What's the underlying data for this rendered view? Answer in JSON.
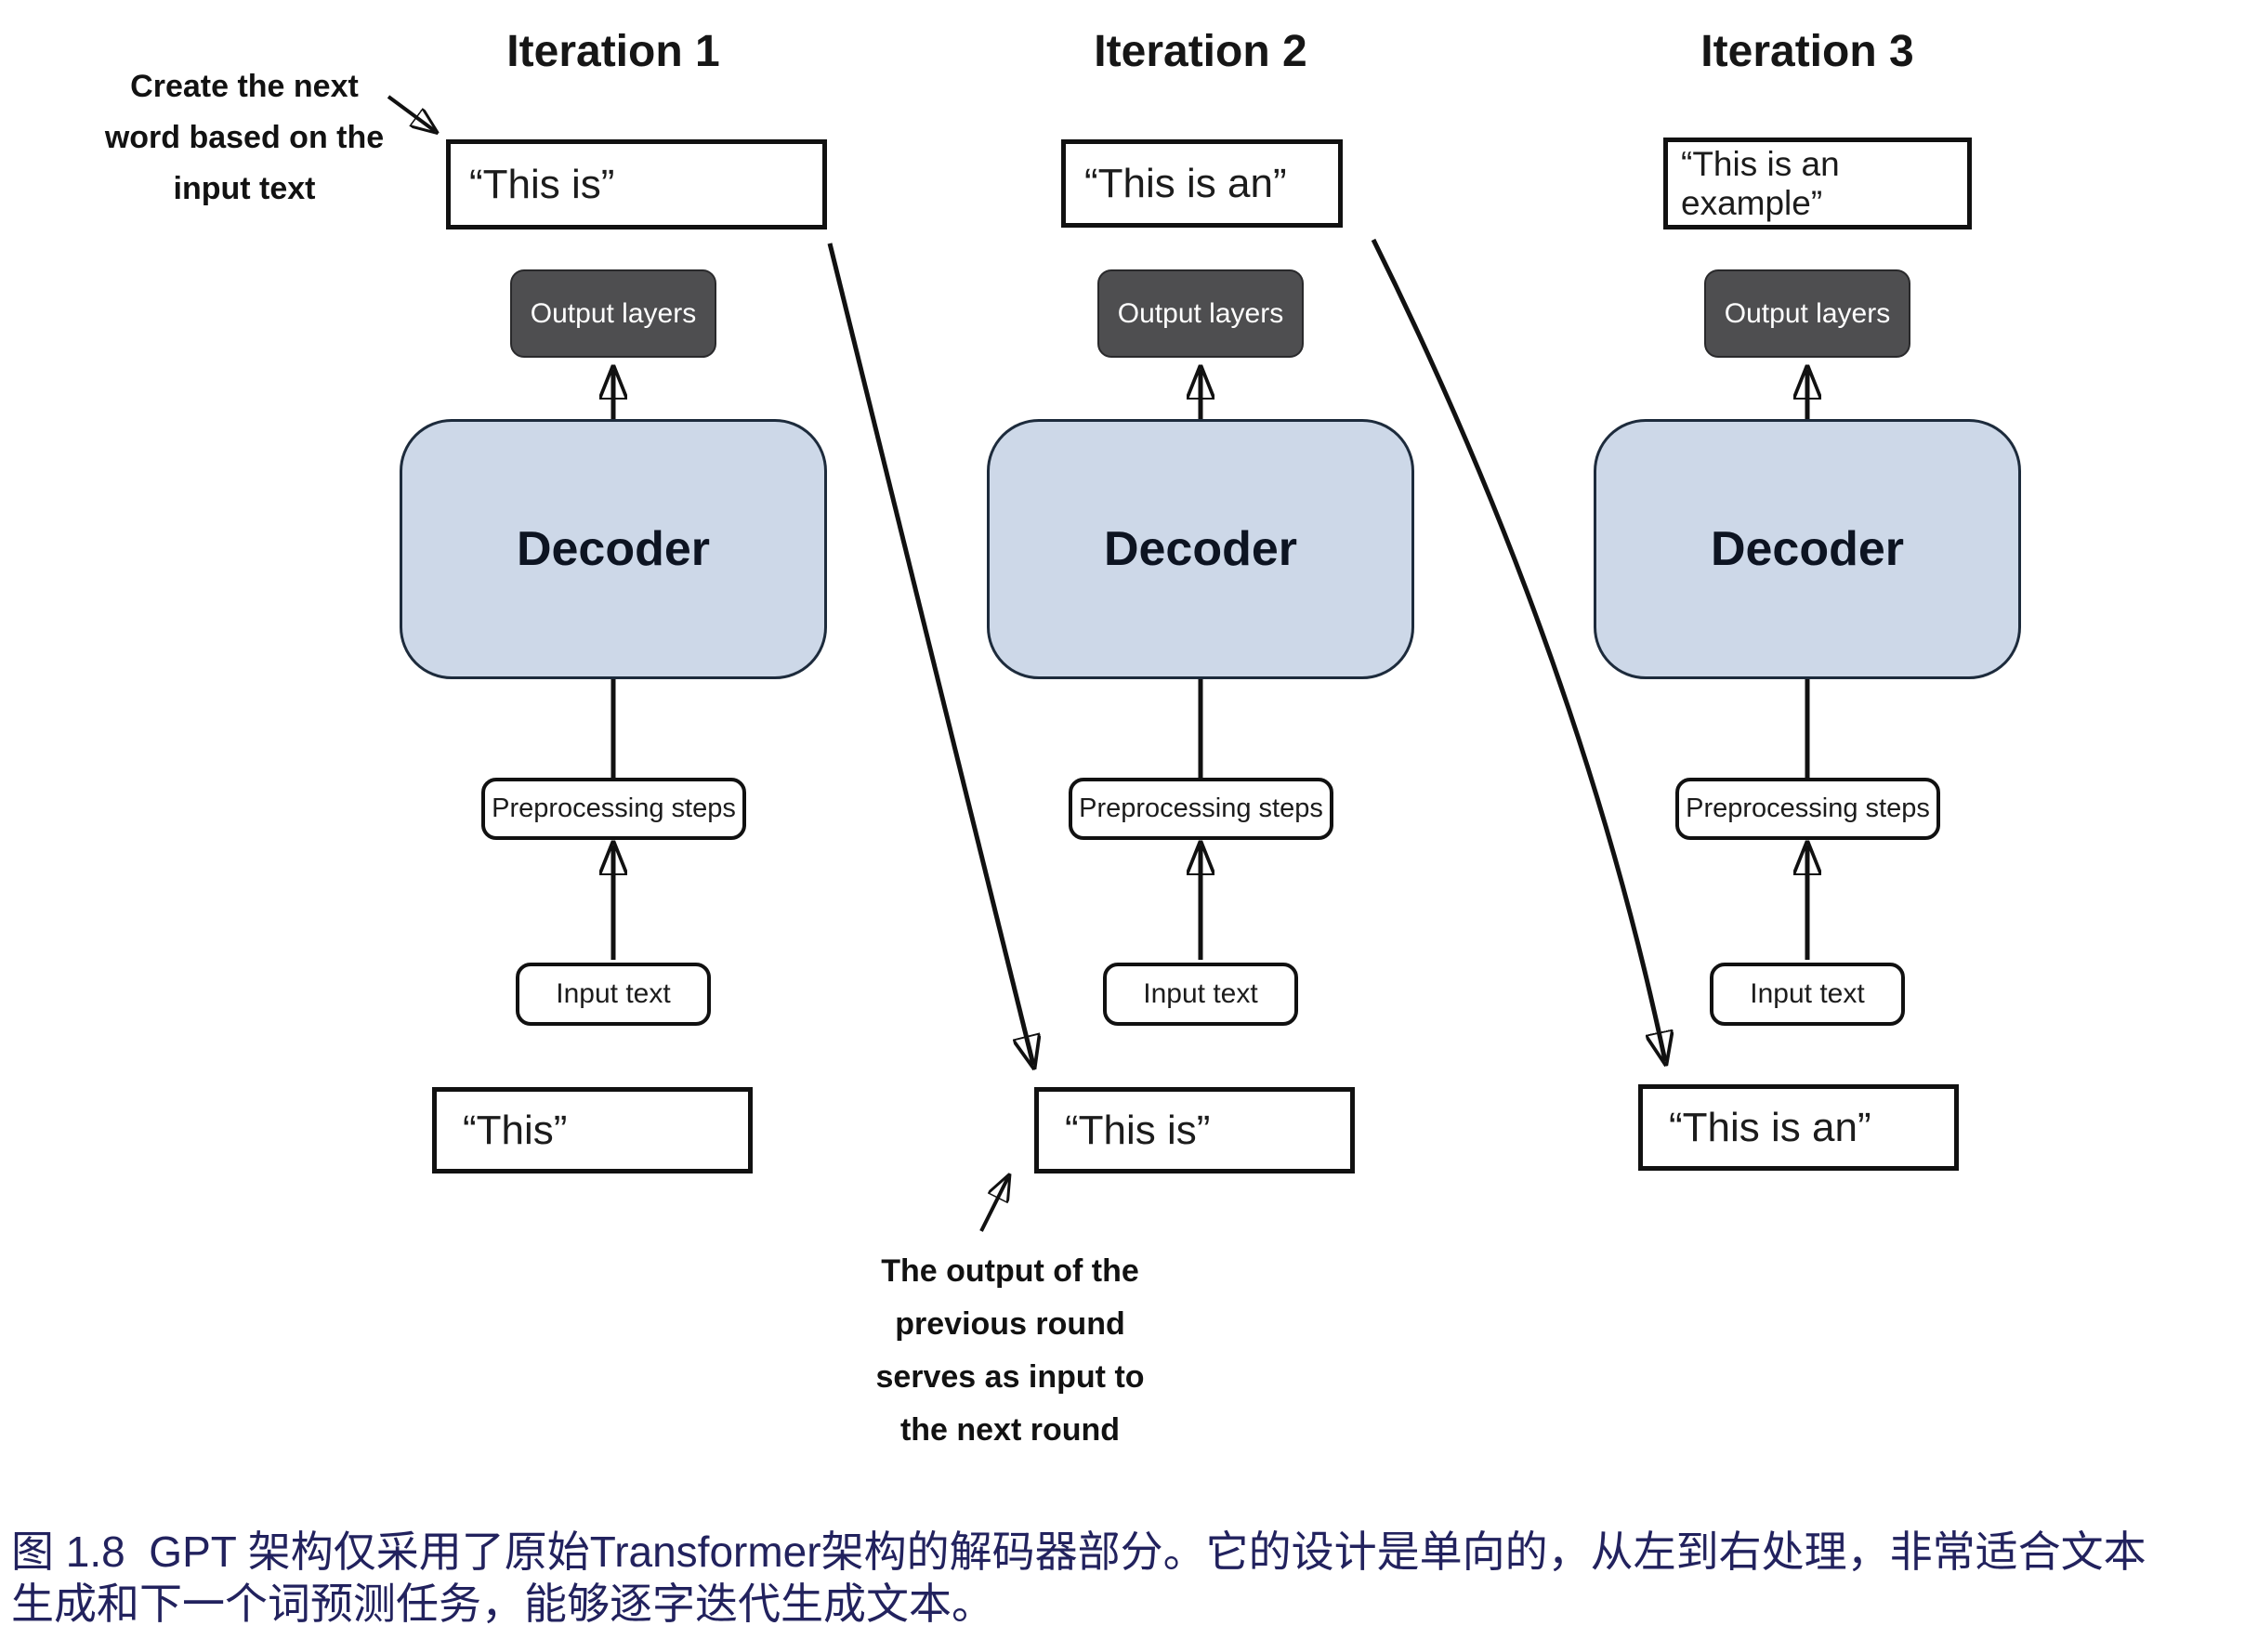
{
  "figure": {
    "columns": [
      {
        "title": "Iteration 1",
        "output_quote": "“This is”",
        "output_layers_label": "Output layers",
        "decoder_label": "Decoder",
        "preprocessing_label": "Preprocessing steps",
        "input_label": "Input text",
        "input_quote": "“This”"
      },
      {
        "title": "Iteration 2",
        "output_quote": "“This is an”",
        "output_layers_label": "Output layers",
        "decoder_label": "Decoder",
        "preprocessing_label": "Preprocessing steps",
        "input_label": "Input text",
        "input_quote": "“This is”"
      },
      {
        "title": "Iteration 3",
        "output_quote": "“This is an example”",
        "output_layers_label": "Output layers",
        "decoder_label": "Decoder",
        "preprocessing_label": "Preprocessing steps",
        "input_label": "Input text",
        "input_quote": "“This is an”"
      }
    ],
    "annotations": {
      "create_next": {
        "lines": [
          "Create the next",
          "word based on the",
          "input text"
        ]
      },
      "output_feedback": {
        "lines": [
          "The output of the",
          "previous round",
          "serves as input to",
          "the next round"
        ]
      }
    }
  },
  "caption": {
    "lines": [
      "图 1.8  GPT 架构仅采用了原始Transformer架构的解码器部分。它的设计是单向的，从左到右处理，非常适合文本",
      "生成和下一个词预测任务，能够逐字迭代生成文本。"
    ]
  },
  "colors": {
    "decoder_fill": "#cdd8e8",
    "decoder_border": "#1d2b3c",
    "output_layers_fill": "#4e4e50",
    "output_layers_text": "#ffffff",
    "box_border": "#111111",
    "arrow": "#111111",
    "caption_color": "#22225e"
  }
}
